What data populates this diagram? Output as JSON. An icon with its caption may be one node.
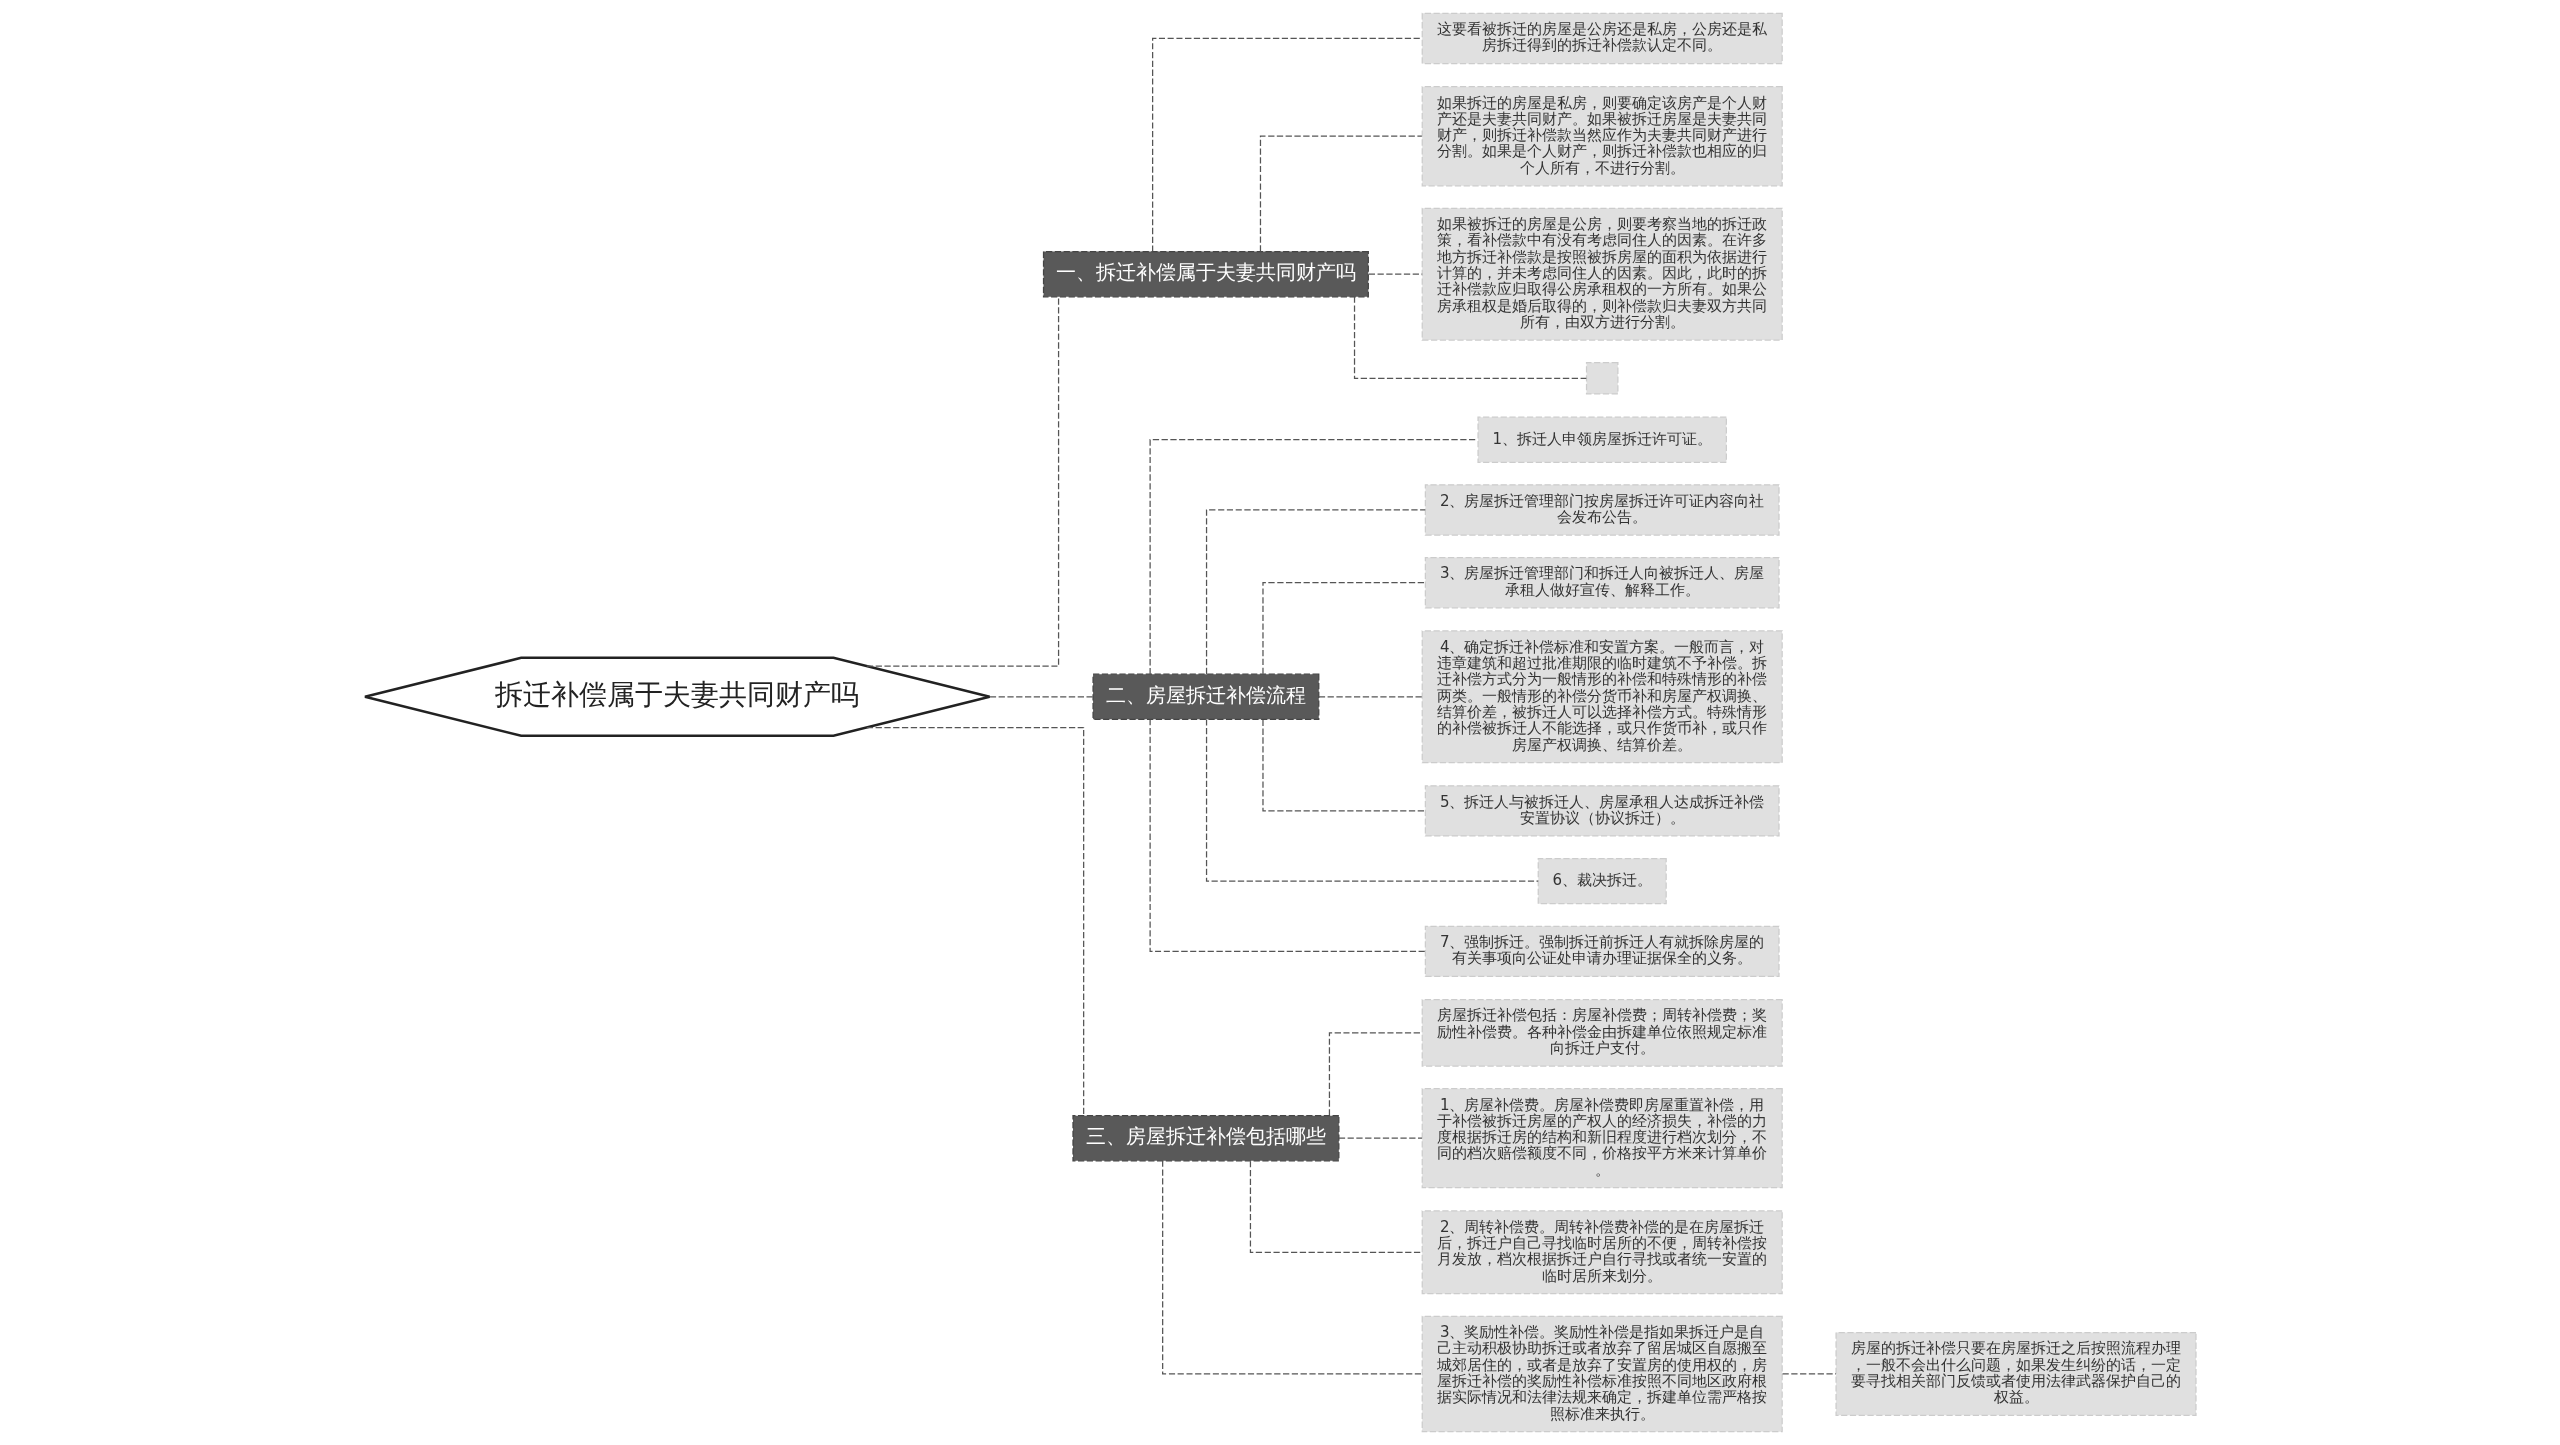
{
  "diagram": {
    "nodes": [
      {
        "text": [
          "拆迁补偿属于夫妻共同财产吗"
        ]
      },
      {
        "text": [
          "一、拆迁补偿属于夫妻共同财产吗"
        ]
      },
      {
        "text": [
          "这要看被拆迁的房屋是公房还是私房，公房还是私房拆迁得到的拆迁补偿款认定不同。"
        ]
      },
      {
        "text": [
          "如果拆迁的房屋是私房，则要确定该房产是个人财产还是夫妻共同财产。如果被拆迁房屋是夫妻共同财产，则拆迁补偿款当然应作为夫妻共同财产进行分割。如果是个人财产，则拆迁补偿款也相应的归个人所有，不进行分割。"
        ]
      },
      {
        "text": [
          "如果被拆迁的房屋是公房，则要考察当地的拆迁政策，看补偿款中有没有考虑同住人的因素。在许多地方拆迁补偿款是按照被拆房屋的面积为依据进行计算的，并未考虑同住人的因素。因此，此时的拆迁补偿款应归取得公房承租权的一方所有。如果公房承租权是婚后取得的，则补偿款归夫妻双方共同所有，由双方进行分割。"
        ]
      },
      {
        "text": [],
        "shape": "box"
      },
      {
        "text": [
          "二、房屋拆迁补偿流程"
        ]
      },
      {
        "text": [
          "1、拆迁人申领房屋拆迁许可证。"
        ]
      },
      {
        "text": [
          "2、房屋拆迁管理部门按房屋拆迁许可证内容向社会发布公告。"
        ]
      },
      {
        "text": [
          "3、房屋拆迁管理部门和拆迁人向被拆迁人、房屋承租人做好宣传、解释工作。"
        ]
      },
      {
        "text": [
          "4、确定拆迁补偿标准和安置方案。一般而言，对违章建筑和超过批准期限的临时建筑不予补偿。拆迁补偿方式分为一般情形的补偿和特殊情形的补偿两类。一般情形的补偿分货币补和房屋产权调换、结算价差，被拆迁人可以选择补偿方式。特殊情形的补偿被拆迁人不能选择，或只作货币补，或只作房屋产权调换、结算价差。"
        ]
      },
      {
        "text": [
          "5、拆迁人与被拆迁人、房屋承租人达成拆迁补偿安置协议（协议拆迁）。"
        ]
      },
      {
        "text": [
          "6、裁决拆迁。"
        ]
      },
      {
        "text": [
          "7、强制拆迁。强制拆迁前拆迁人有就拆除房屋的有关事项向公证处申请办理证据保全的义务。"
        ]
      },
      {
        "text": [
          "三、房屋拆迁补偿包括哪些"
        ]
      },
      {
        "text": [
          "房屋拆迁补偿包括：房屋补偿费；周转补偿费；奖励性补偿费。各种补偿金由拆建单位依照规定标准向拆迁户支付。"
        ]
      },
      {
        "text": [
          "1、房屋补偿费。房屋补偿费即房屋重置补偿，用于补偿被拆迁房屋的产权人的经济损失，补偿的力度根据拆迁房的结构和新旧程度进行档次划分，不同的档次赔偿额度不同，价格按平方米来计算单价。"
        ]
      },
      {
        "text": [
          "2、周转补偿费。周转补偿费补偿的是在房屋拆迁后，拆迁户自己寻找临时居所的不便，周转补偿按月发放，档次根据拆迁户自行寻找或者统一安置的临时居所来划分。"
        ]
      },
      {
        "text": [
          "3、奖励性补偿。奖励性补偿是指如果拆迁户是自己主动积极协助拆迁或者放弃了留居城区自愿搬至城郊居住的，或者是放弃了安置房的使用权的，房屋拆迁补偿的奖励性补偿标准按照不同地区政府根据实际情况和法律法规来确定，拆建单位需严格按照标准来执行。"
        ]
      },
      {
        "text": [
          "房屋的拆迁补偿只要在房屋拆迁之后按照流程办理，一般不会出什么问题，如果发生纠纷的话，一定要寻找相关部门反馈或者使用法律武器保护自己的权益。"
        ]
      }
    ],
    "edges": [
      {
        "from": 0,
        "to": 1,
        "arrow": "none",
        "style": "dashed"
      },
      {
        "from": 1,
        "to": 2,
        "arrow": "none",
        "style": "dashed"
      },
      {
        "from": 1,
        "to": 3,
        "arrow": "none",
        "style": "dashed"
      },
      {
        "from": 1,
        "to": 4,
        "arrow": "none",
        "style": "dashed"
      },
      {
        "from": 1,
        "to": 5,
        "arrow": "none",
        "style": "dashed"
      },
      {
        "from": 0,
        "to": 6,
        "arrow": "none",
        "style": "dashed"
      },
      {
        "from": 6,
        "to": 7,
        "arrow": "none",
        "style": "dashed"
      },
      {
        "from": 6,
        "to": 8,
        "arrow": "none",
        "style": "dashed"
      },
      {
        "from": 6,
        "to": 9,
        "arrow": "none",
        "style": "dashed"
      },
      {
        "from": 6,
        "to": 10,
        "arrow": "none",
        "style": "dashed"
      },
      {
        "from": 6,
        "to": 11,
        "arrow": "none",
        "style": "dashed"
      },
      {
        "from": 6,
        "to": 12,
        "arrow": "none",
        "style": "dashed"
      },
      {
        "from": 6,
        "to": 13,
        "arrow": "none",
        "style": "dashed"
      },
      {
        "from": 0,
        "to": 14,
        "arrow": "none",
        "style": "dashed"
      },
      {
        "from": 14,
        "to": 15,
        "arrow": "none",
        "style": "dashed"
      },
      {
        "from": 14,
        "to": 16,
        "arrow": "none",
        "style": "dashed"
      },
      {
        "from": 14,
        "to": 17,
        "arrow": "none",
        "style": "dashed"
      },
      {
        "from": 14,
        "to": 18,
        "arrow": "none",
        "style": "dashed"
      },
      {
        "from": 18,
        "to": 19,
        "arrow": "none",
        "style": "dashed"
      }
    ]
  }
}
